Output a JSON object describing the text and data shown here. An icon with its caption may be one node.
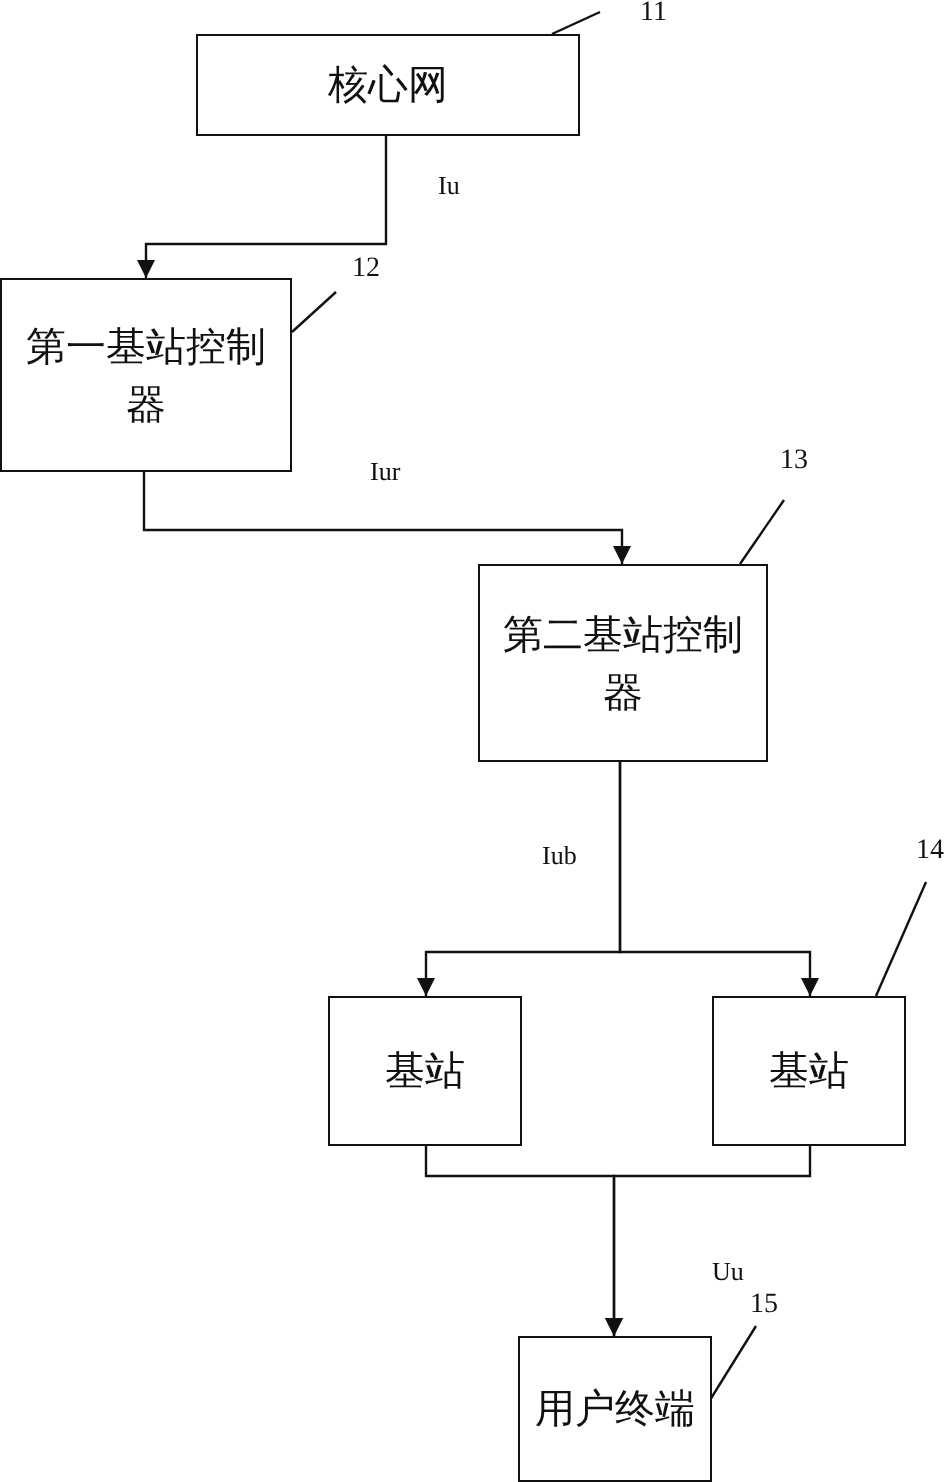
{
  "diagram": {
    "nodes": [
      {
        "text": [
          "核心网"
        ]
      },
      {
        "text": [
          "第一基站控制器"
        ]
      },
      {
        "text": [
          "第二基站控制器"
        ]
      },
      {
        "text": [
          "基站"
        ]
      },
      {
        "text": [
          "基站"
        ]
      },
      {
        "text": [
          "用户终端"
        ]
      },
      {
        "text": [
          "11"
        ]
      },
      {
        "text": [
          "12"
        ]
      },
      {
        "text": [
          "13"
        ]
      },
      {
        "text": [
          "14"
        ]
      },
      {
        "text": [
          "15"
        ]
      }
    ],
    "edges": [
      {
        "from": 0,
        "to": 1,
        "arrow": "to",
        "label": "Iu"
      },
      {
        "from": 1,
        "to": 2,
        "arrow": "to",
        "label": "Iur"
      },
      {
        "from": 2,
        "to": 3,
        "arrow": "to",
        "label": "Iub"
      },
      {
        "from": 2,
        "to": 4,
        "arrow": "to"
      },
      {
        "from": 3,
        "to": 5,
        "arrow": "to",
        "label": "Uu"
      },
      {
        "from": 4,
        "to": 5,
        "arrow": "to"
      },
      {
        "from": 6,
        "to": 0,
        "arrow": "none"
      },
      {
        "from": 7,
        "to": 1,
        "arrow": "none"
      },
      {
        "from": 8,
        "to": 2,
        "arrow": "none"
      },
      {
        "from": 9,
        "to": 4,
        "arrow": "none"
      },
      {
        "from": 10,
        "to": 5,
        "arrow": "none"
      }
    ]
  }
}
